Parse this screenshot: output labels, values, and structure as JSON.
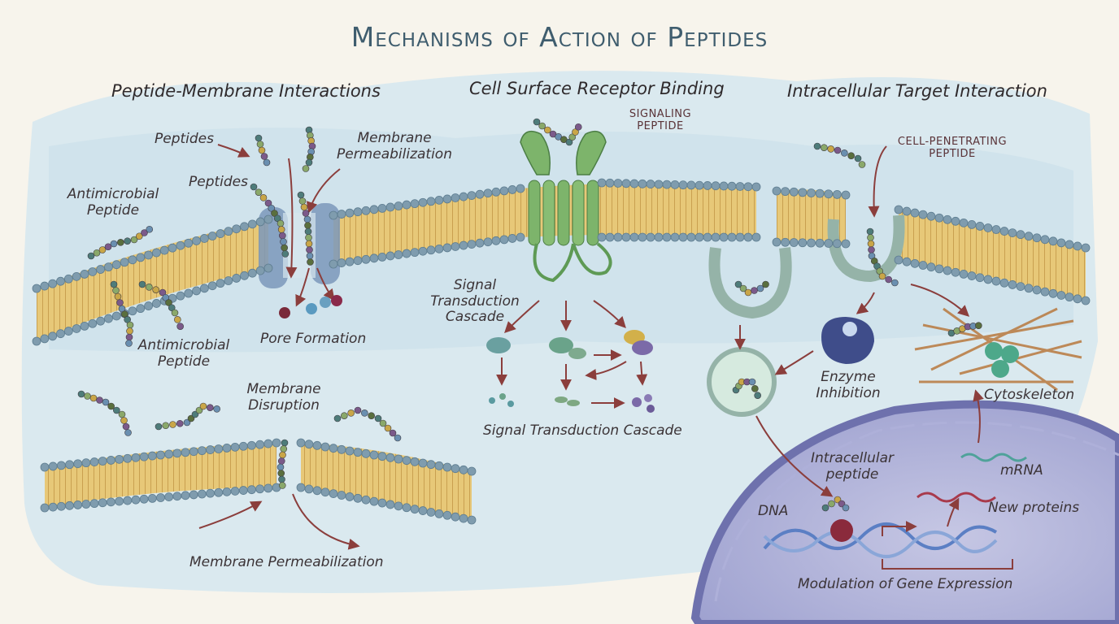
{
  "title": "Mechanisms of Action of Peptides",
  "sections": {
    "membrane": "Peptide-Membrane Interactions",
    "receptor": "Cell Surface Receptor Binding",
    "intracellular": "Intracellular Target Interaction"
  },
  "labels": {
    "peptides_1": "Peptides",
    "peptides_2": "Peptides",
    "membrane_permeabilization_top": "Membrane Permeabilization",
    "antimicrobial_peptide_1": "Antimicrobial Peptide",
    "antimicrobial_peptide_2": "Antimicrobial Peptide",
    "pore_formation": "Pore Formation",
    "membrane_disruption": "Membrane Disruption",
    "membrane_permeabilization_bottom": "Membrane Permeabilization",
    "signaling_peptide": "SIGNALING PEPTIDE",
    "signal_transduction_cascade_side": "Signal Transduction Cascade",
    "signal_transduction_cascade_bottom": "Signal Transduction Cascade",
    "cell_penetrating_peptide": "CELL-PENETRATING PEPTIDE",
    "enzyme_inhibition": "Enzyme Inhibition",
    "cytoskeleton": "Cytoskeleton",
    "intracellular_peptide": "Intracellular peptide",
    "mrna": "mRNA",
    "dna": "DNA",
    "new_proteins": "New proteins",
    "modulation_of_gene_expression": "Modulation of Gene Expression"
  },
  "colors": {
    "background": "#f7f4ec",
    "wash": "#d3e6ee",
    "membrane_core": "#e6c574",
    "lipid_head": "#7f9cae",
    "receptor": "#7bb26a",
    "arrow": "#8b3e3c",
    "nucleus": "#8d90c3",
    "title": "#3f5d6e"
  }
}
